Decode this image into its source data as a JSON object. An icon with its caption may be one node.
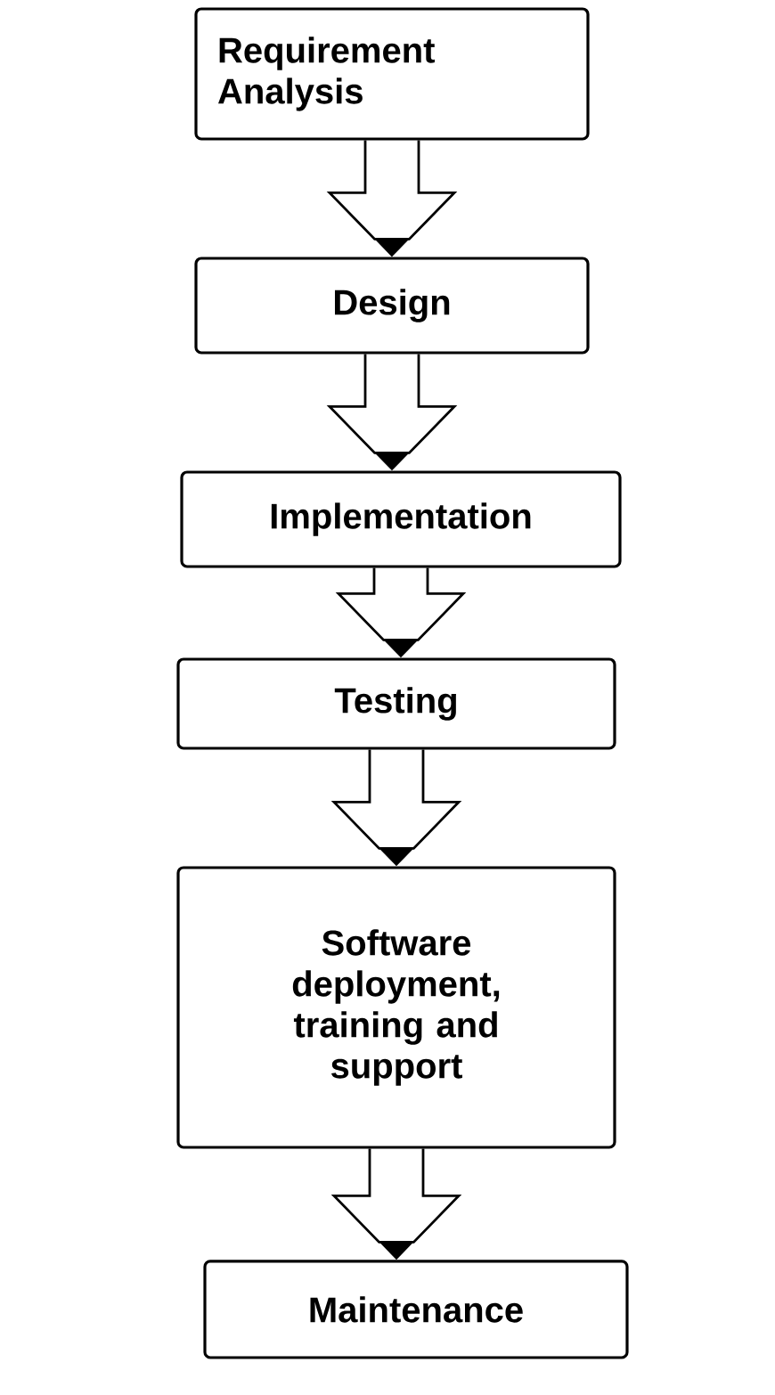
{
  "diagram": {
    "nodes": [
      {
        "text": [
          "Requirement Analysis"
        ]
      },
      {
        "text": [
          "Design"
        ]
      },
      {
        "text": [
          "Implementation"
        ]
      },
      {
        "text": [
          "Testing"
        ]
      },
      {
        "text": [
          "Software deployment, training and support"
        ]
      },
      {
        "text": [
          "Maintenance"
        ]
      }
    ],
    "edges": [
      {
        "from": 0,
        "to": 1,
        "arrow": "to"
      },
      {
        "from": 1,
        "to": 2,
        "arrow": "to"
      },
      {
        "from": 2,
        "to": 3,
        "arrow": "to"
      },
      {
        "from": 3,
        "to": 4,
        "arrow": "to"
      },
      {
        "from": 4,
        "to": 5,
        "arrow": "to"
      }
    ]
  }
}
